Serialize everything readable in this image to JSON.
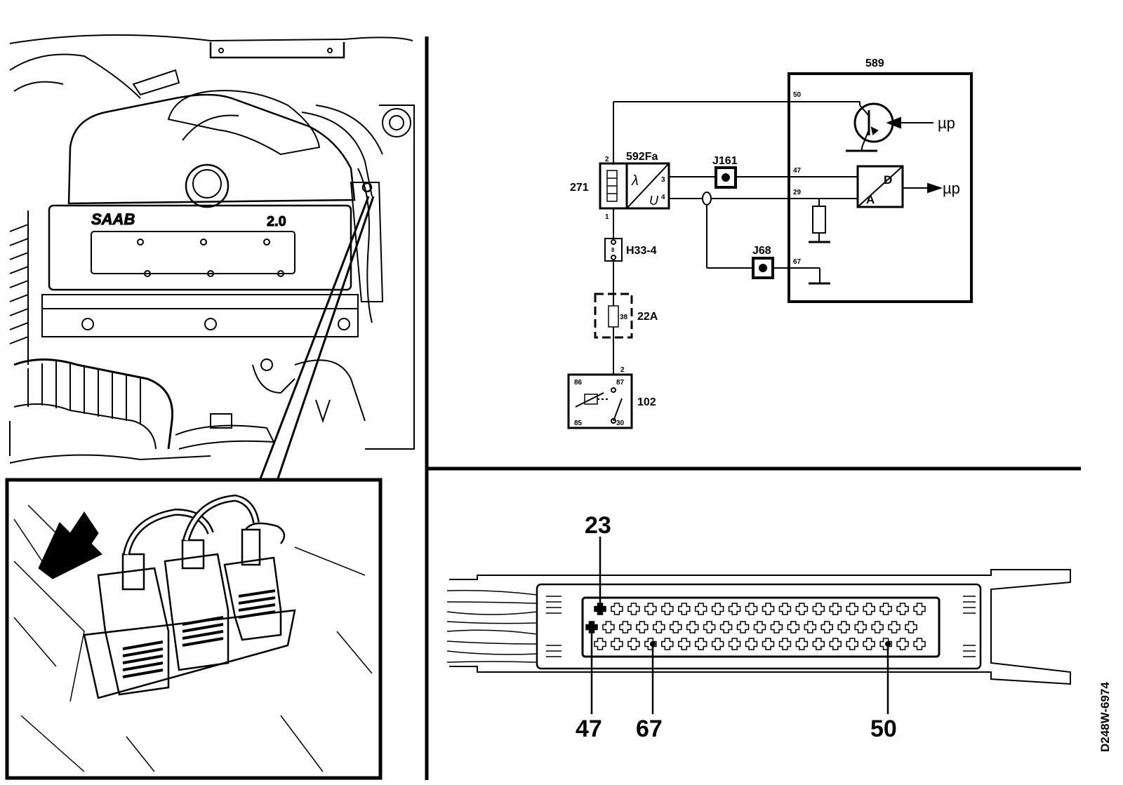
{
  "schematic": {
    "ecu_label": "589",
    "sensor_label": "271",
    "sensor_converter_label": "592Fa",
    "lambda_symbol": "λ",
    "voltage_symbol": "U",
    "connector_j161": "J161",
    "connector_j68": "J68",
    "connector_h33": "H33-4",
    "fuse_label": "22A",
    "fuse_number": "38",
    "relay_label": "102",
    "ad_converter_top": "D",
    "ad_converter_bottom": "A",
    "microprocessor_1": "µp",
    "microprocessor_2": "µp",
    "pins": {
      "p50": "50",
      "p47": "47",
      "p29": "29",
      "p67": "67",
      "p2": "2",
      "p1": "1",
      "p3": "3",
      "p4": "4",
      "p8": "8",
      "relay_top": "2",
      "r86": "86",
      "r87": "87",
      "r85": "85",
      "r30": "30"
    }
  },
  "connector_view": {
    "pin_callouts": {
      "top": "23",
      "bottom_left": "47",
      "bottom_mid": "67",
      "bottom_right": "50"
    }
  },
  "figure_code": "D248W-6974",
  "engine_view": {
    "badge_text": "SAAB",
    "engine_size": "2.0"
  }
}
